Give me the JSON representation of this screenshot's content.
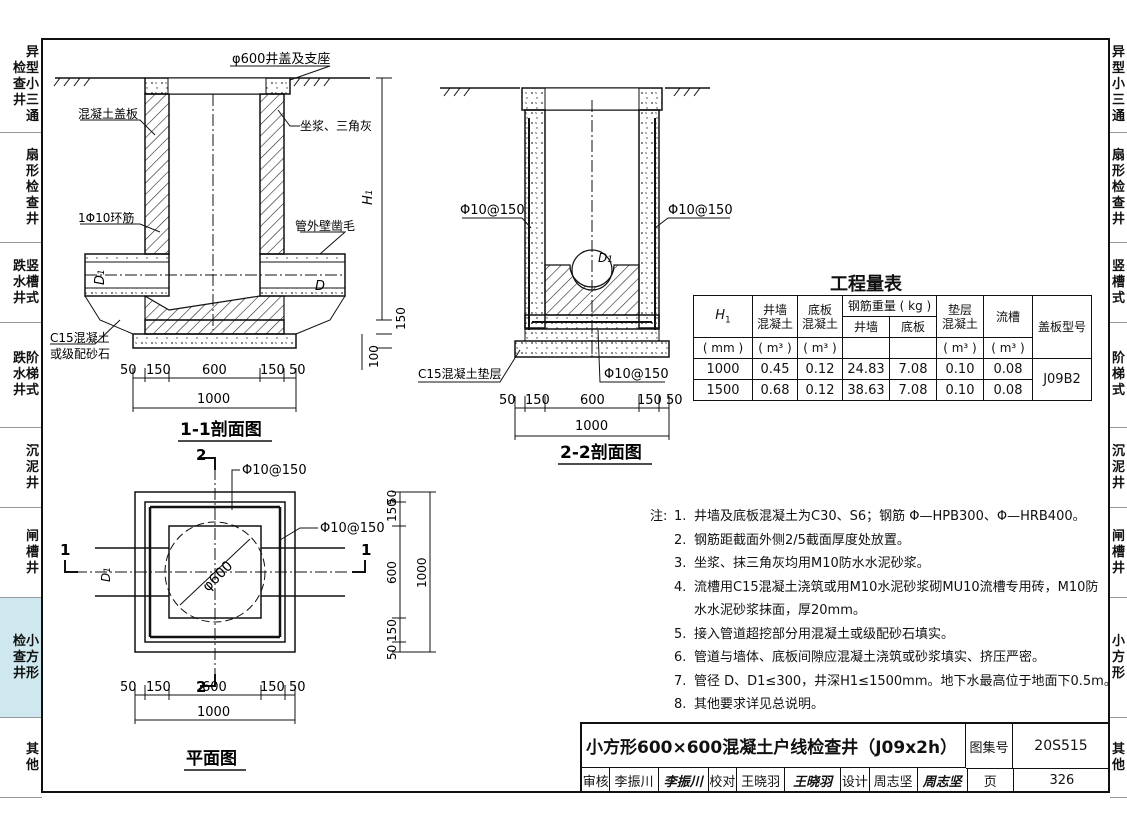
{
  "sidebar_left": [
    {
      "label": "异\n检型\n查小\n井三\n通",
      "active": false
    },
    {
      "label": "扇\n形\n检\n查\n井",
      "active": false
    },
    {
      "label": "跌竖\n水槽\n井式",
      "active": false
    },
    {
      "label": "跌阶\n水梯\n井式",
      "active": false
    },
    {
      "label": "沉\n泥\n井",
      "active": false
    },
    {
      "label": "闸\n槽\n井",
      "active": false
    },
    {
      "label": "检小\n查方\n井形",
      "active": true
    },
    {
      "label": "其\n他",
      "active": false
    }
  ],
  "sidebar_right": [
    {
      "label": "异\n型\n小\n三\n通"
    },
    {
      "label": "扇\n形\n检\n查\n井"
    },
    {
      "label": "竖\n槽\n式"
    },
    {
      "label": "阶\n梯\n式"
    },
    {
      "label": "沉\n泥\n井"
    },
    {
      "label": "闸\n槽\n井"
    },
    {
      "label": "小\n方\n形"
    },
    {
      "label": "其\n他"
    }
  ],
  "section11": {
    "cover_label": "φ600井盖及支座",
    "slab_label": "混凝土盖板",
    "mortar_label": "坐浆、三角灰",
    "ring_label": "1Φ10环筋",
    "pipe_label": "管外壁凿毛",
    "h1": "H",
    "h1_sub": "1",
    "d1": "D",
    "d1_sub": "1",
    "d": "D",
    "bed_label_1": "C15混凝土",
    "bed_label_2": "或级配砂石",
    "dim_150": "150",
    "dim_100": "100",
    "dims": [
      "50",
      "150",
      "600",
      "150",
      "50"
    ],
    "total": "1000",
    "title": "1-1剖面图"
  },
  "section22": {
    "rebar_left": "Φ10@150",
    "rebar_right": "Φ10@150",
    "rebar_bottom": "Φ10@150",
    "d1": "D",
    "d1_sub": "1",
    "bed_label": "C15混凝土垫层",
    "dims": [
      "50",
      "150",
      "600",
      "150",
      "50"
    ],
    "total": "1000",
    "title": "2-2剖面图"
  },
  "plan": {
    "cut_top": "2",
    "cut_bottom": "2",
    "cut_left": "1",
    "cut_right": "1",
    "rebar_top": "Φ10@150",
    "rebar_right": "Φ10@150",
    "d1": "D",
    "d1_sub": "1",
    "circle": "φ600",
    "vdims": [
      "50",
      "150",
      "600",
      "150",
      "50"
    ],
    "vtotal": "1000",
    "dims": [
      "50",
      "150",
      "600",
      "150",
      "50"
    ],
    "total": "1000",
    "title": "平面图"
  },
  "quantity_table": {
    "title": "工程量表",
    "h_h1": "H",
    "h_h1_sub": "1",
    "h_unit": "( mm )",
    "h_wall": "井墙\n混凝土",
    "h_wall_unit": "( m³ )",
    "h_base": "底板\n混凝土",
    "h_base_unit": "( m³ )",
    "h_steel": "钢筋重量 ( kg )",
    "h_steel_wall": "井墙",
    "h_steel_base": "底板",
    "h_pad": "垫层\n混凝土",
    "h_pad_unit": "( m³ )",
    "h_channel": "流槽",
    "h_channel_unit": "( m³ )",
    "h_cover": "盖板型号",
    "rows": [
      {
        "h1": "1000",
        "wall": "0.45",
        "base": "0.12",
        "steel_wall": "24.83",
        "steel_base": "7.08",
        "pad": "0.10",
        "channel": "0.08"
      },
      {
        "h1": "1500",
        "wall": "0.68",
        "base": "0.12",
        "steel_wall": "38.63",
        "steel_base": "7.08",
        "pad": "0.10",
        "channel": "0.08"
      }
    ],
    "cover": "J09B2"
  },
  "notes": {
    "label": "注:",
    "items": [
      {
        "num": "1.",
        "text": "井墙及底板混凝土为C30、S6；钢筋 Φ—HPB300、Φ—HRB400。"
      },
      {
        "num": "2.",
        "text": "钢筋距截面外侧2/5截面厚度处放置。"
      },
      {
        "num": "3.",
        "text": "坐浆、抹三角灰均用M10防水水泥砂浆。"
      },
      {
        "num": "4.",
        "text": "流槽用C15混凝土浇筑或用M10水泥砂浆砌MU10流槽专用砖，M10防"
      },
      {
        "num": "",
        "text": "水水泥砂浆抹面，厚20mm。"
      },
      {
        "num": "5.",
        "text": "接入管道超挖部分用混凝土或级配砂石填实。"
      },
      {
        "num": "6.",
        "text": "管道与墙体、底板间隙应混凝土浇筑或砂浆填实、挤压严密。"
      },
      {
        "num": "7.",
        "text": "管径 D、D1≤300，井深H1≤1500mm。地下水最高位于地面下0.5m。"
      },
      {
        "num": "8.",
        "text": "其他要求详见总说明。"
      }
    ]
  },
  "title_block": {
    "title": "小方形600×600混凝土户线检查井（J09x2h）",
    "atlas_label": "图集号",
    "atlas_no": "20S515",
    "review_label": "审核",
    "reviewer": "李振川",
    "reviewer_sig": "李振川",
    "check_label": "校对",
    "checker": "王晓羽",
    "checker_sig": "王晓羽",
    "design_label": "设计",
    "designer": "周志坚",
    "designer_sig": "周志坚",
    "page_label": "页",
    "page_no": "326"
  }
}
